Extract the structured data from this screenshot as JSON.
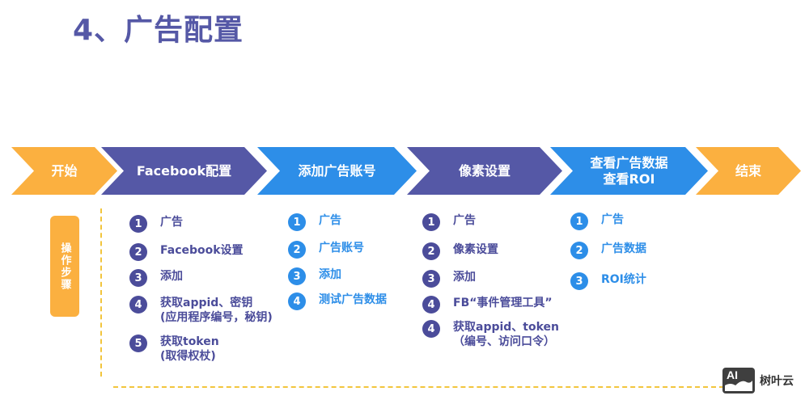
{
  "title": "4、广告配置",
  "colors": {
    "title": "#5558a6",
    "orange": "#fbb040",
    "purple": "#5558a6",
    "blue": "#2d8ee8",
    "dash": "#f2c53d",
    "step_purple": "#4b4c9a",
    "step_blue": "#2d8ee8"
  },
  "flow": [
    {
      "label": "开始",
      "color": "orange"
    },
    {
      "label": "Facebook配置",
      "color": "purple"
    },
    {
      "label": "添加广告账号",
      "color": "blue"
    },
    {
      "label": "像素设置",
      "color": "purple"
    },
    {
      "label_line1": "查看广告数据",
      "label_line2": "查看ROI",
      "color": "blue"
    },
    {
      "label": "结束",
      "color": "orange"
    }
  ],
  "side_tag": "操作步骤",
  "columns": [
    {
      "stage": "Facebook配置",
      "color": "purple",
      "steps": [
        {
          "num": "1",
          "line1": "广告"
        },
        {
          "num": "2",
          "line1": "Facebook设置"
        },
        {
          "num": "3",
          "line1": "添加"
        },
        {
          "num": "4",
          "line1": "获取appid、密钥",
          "line2": "(应用程序编号，秘钥)"
        },
        {
          "num": "5",
          "line1": "获取token",
          "line2": "(取得权杖)"
        }
      ]
    },
    {
      "stage": "添加广告账号",
      "color": "blue",
      "steps": [
        {
          "num": "1",
          "line1": "广告"
        },
        {
          "num": "2",
          "line1": "广告账号"
        },
        {
          "num": "3",
          "line1": "添加"
        },
        {
          "num": "4",
          "line1": "测试广告数据"
        }
      ]
    },
    {
      "stage": "像素设置",
      "color": "purple",
      "steps": [
        {
          "num": "1",
          "line1": "广告"
        },
        {
          "num": "2",
          "line1": "像素设置"
        },
        {
          "num": "3",
          "line1": "添加"
        },
        {
          "num": "4",
          "line1": "FB“事件管理工具”"
        },
        {
          "num": "4",
          "line1": "获取appid、token",
          "line2": "（编号、访问口令）"
        }
      ]
    },
    {
      "stage": "查看广告数据 查看ROI",
      "color": "blue",
      "steps": [
        {
          "num": "1",
          "line1": "广告"
        },
        {
          "num": "2",
          "line1": "广告数据"
        },
        {
          "num": "3",
          "line1": "ROI统计"
        }
      ]
    }
  ],
  "logo": {
    "badge": "AI",
    "text": "树叶云"
  }
}
